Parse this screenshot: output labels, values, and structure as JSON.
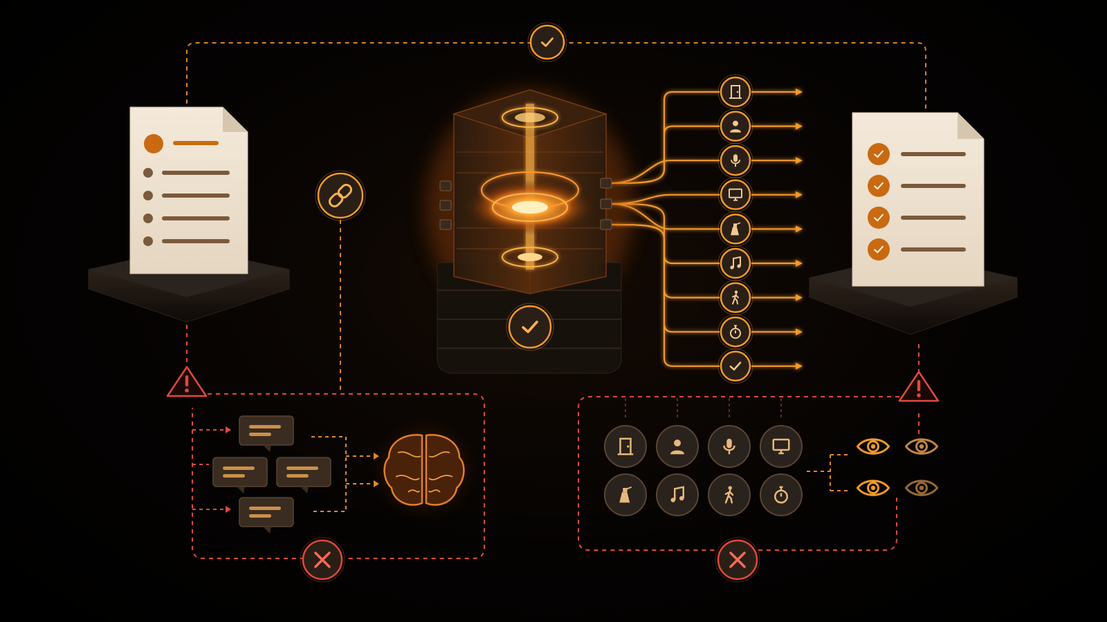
{
  "colors": {
    "background": "#000000",
    "accent": "#f39a2c",
    "accent_bright": "#ffb347",
    "warning": "#e04a3a",
    "paper": "#efe3d1",
    "paper_line": "#7a5a3c",
    "base_dark": "#1a1410",
    "badge_fill": "#2a1f16"
  },
  "diagram": {
    "top_badge_icon": "check-icon",
    "connector_icon": "link-icon",
    "hub_badge_icon": "check-icon",
    "left_document": {
      "header_icon": "avatar-dot-icon",
      "bullet_icon": "bullet-dot-icon",
      "bullet_count": 4
    },
    "right_document": {
      "row_icon": "check-circle-icon",
      "row_count": 4
    },
    "output_channels": [
      {
        "icon": "door-icon"
      },
      {
        "icon": "person-icon"
      },
      {
        "icon": "microphone-icon"
      },
      {
        "icon": "monitor-icon"
      },
      {
        "icon": "spray-bottle-icon"
      },
      {
        "icon": "music-note-icon"
      },
      {
        "icon": "walking-person-icon"
      },
      {
        "icon": "stopwatch-icon"
      },
      {
        "icon": "check-icon"
      }
    ],
    "left_failure_panel": {
      "warning_icon": "warning-triangle-icon",
      "chat_bubble_icon": "chat-bubble-icon",
      "chat_bubble_count": 4,
      "target_icon": "brain-icon",
      "fail_icon": "x-circle-icon"
    },
    "right_failure_panel": {
      "warning_icon": "warning-triangle-icon",
      "category_icons": [
        "door-icon",
        "person-icon",
        "microphone-icon",
        "monitor-icon",
        "spray-bottle-icon",
        "music-note-icon",
        "walking-person-icon",
        "stopwatch-icon"
      ],
      "observer_icon": "eye-icon",
      "observer_count": 4,
      "fail_icon": "x-circle-icon"
    }
  }
}
